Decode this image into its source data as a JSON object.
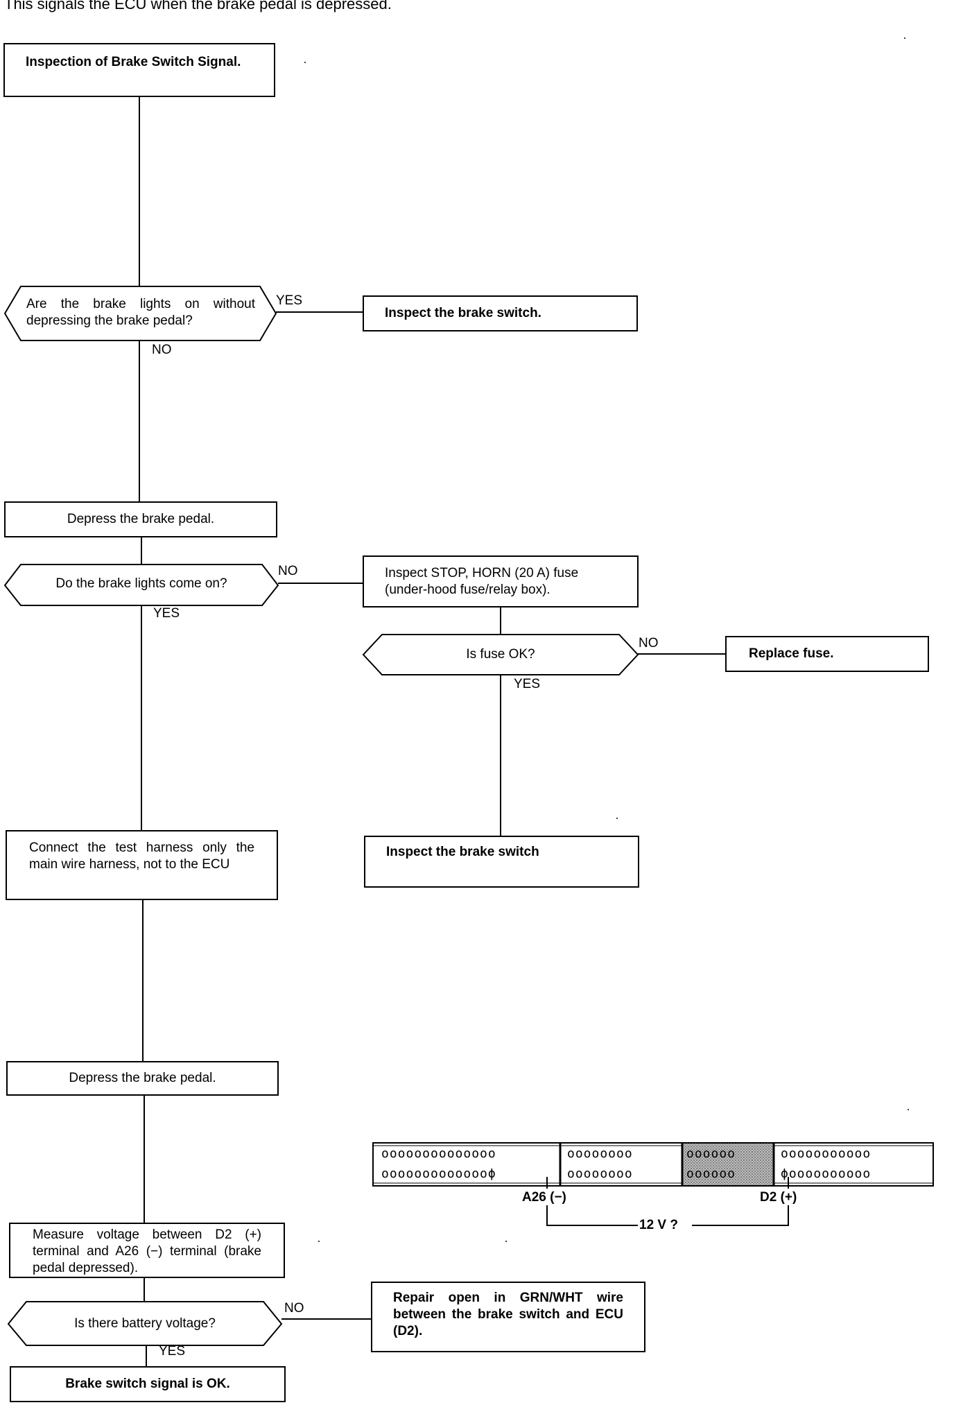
{
  "intro": "This signals the ECU when the brake pedal is depressed.",
  "nodes": {
    "start": "Inspection of Brake Switch Signal.",
    "q_lights_on": "Are the brake lights on without depressing the brake pedal?",
    "inspect_switch_1": "Inspect the brake switch.",
    "depress_1": "Depress the brake pedal.",
    "q_lights_come_on": "Do the brake lights come on?",
    "inspect_fuse": "Inspect STOP, HORN (20 A) fuse (under-hood fuse/relay box).",
    "q_fuse_ok": "Is fuse OK?",
    "replace_fuse": "Replace fuse.",
    "inspect_switch_2": "Inspect the brake switch",
    "connect_harness": "Connect the test harness only the main wire harness, not to the ECU",
    "depress_2": "Depress the brake pedal.",
    "measure_voltage": "Measure voltage between D2 (+) terminal and A26 (−) terminal (brake pedal depressed).",
    "q_battery_voltage": "Is there battery voltage?",
    "repair_open": "Repair open in GRN/WHT wire between the brake switch and ECU (D2).",
    "signal_ok": "Brake switch signal is OK."
  },
  "branch_labels": {
    "q1_yes": "YES",
    "q1_no": "NO",
    "q2_no": "NO",
    "q2_yes": "YES",
    "q3_no": "NO",
    "q3_yes": "YES",
    "q4_no": "NO",
    "q4_yes": "YES"
  },
  "connector": {
    "a26_label": "A26 (−)",
    "d2_label": "D2 (+)",
    "voltage_label": "12 V ?",
    "section1_top": "oooooooooooooo",
    "section1_bottom": "oooooooooooooϕ",
    "section2_top": "oooooooo",
    "section2_bottom": "oooooooo",
    "section3_top": "oooooo",
    "section3_bottom": "oooooo",
    "section4_top": "ooooooooooo",
    "section4_bottom": "ϕoooooooooo"
  }
}
